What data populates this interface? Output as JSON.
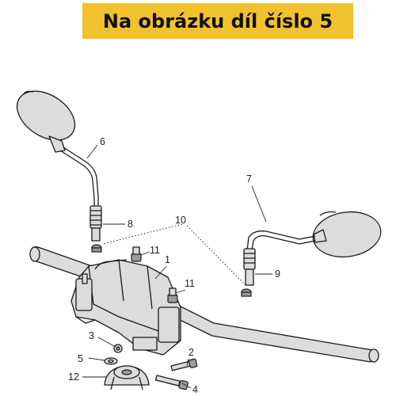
{
  "banner": {
    "text": "Na obrázku díl číslo 5",
    "background": "#f2c12e"
  },
  "callouts": {
    "c1": "1",
    "c2": "2",
    "c3": "3",
    "c4": "4",
    "c5": "5",
    "c6": "6",
    "c7": "7",
    "c8": "8",
    "c9": "9",
    "c10": "10",
    "c11a": "11",
    "c11b": "11",
    "c12": "12"
  }
}
